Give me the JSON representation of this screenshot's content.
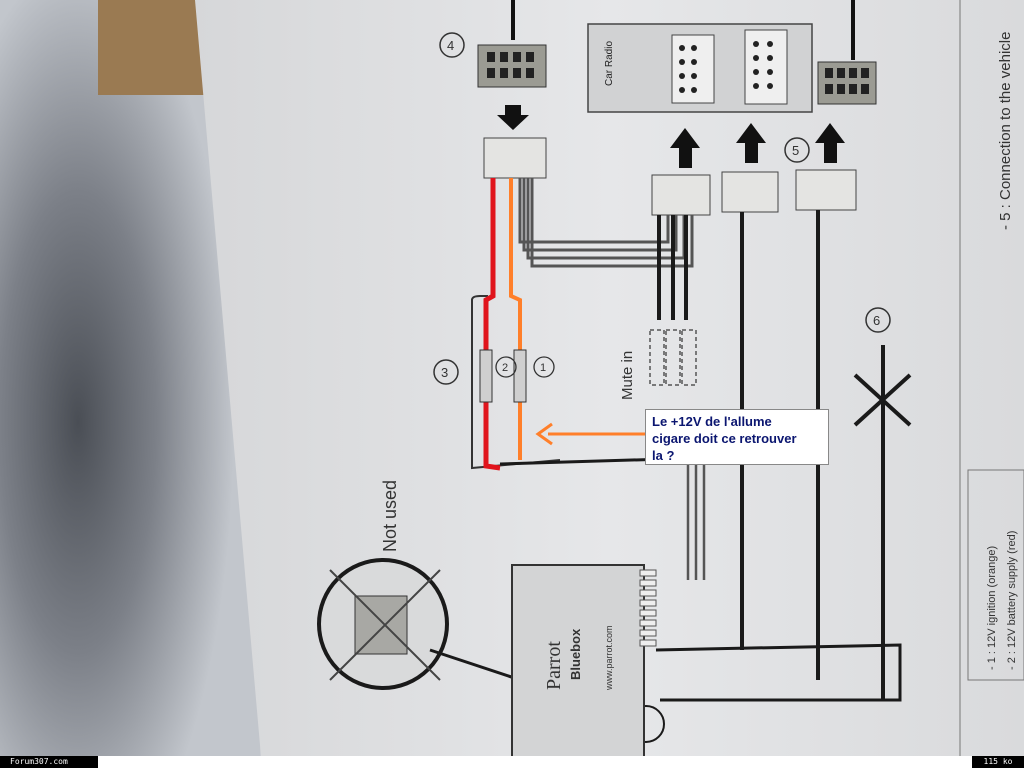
{
  "photo": {
    "subject": "wiring-diagram-photo",
    "labels": {
      "connector_4": "4",
      "connector_5": "5",
      "connector_6": "6",
      "connector_3": "3",
      "connector_2": "2",
      "connector_1": "1",
      "car_radio": "Car Radio",
      "mute_in": "Mute in",
      "not_used": "Not used",
      "parrot": "Parrot",
      "bluebox": "Bluebox",
      "parrot_url": "www.parrot.com",
      "connection_to_vehicle": "- 5 : Connection to the vehicle",
      "legend_ignition": "- 1 : 12V ignition (orange)",
      "legend_battery": "- 2 : 12V battery supply (red)"
    }
  },
  "annotation": {
    "line1": "Le +12V de l'allume",
    "line2": "cigare doit ce retrouver",
    "line3": "la ?",
    "arrow_color": "#ff7f2a",
    "text_color": "#0b1670"
  },
  "wires": {
    "red": "#e0141c",
    "orange": "#ff7f2a"
  },
  "footer": {
    "site": "Forum307.com",
    "size": "115 ko"
  }
}
